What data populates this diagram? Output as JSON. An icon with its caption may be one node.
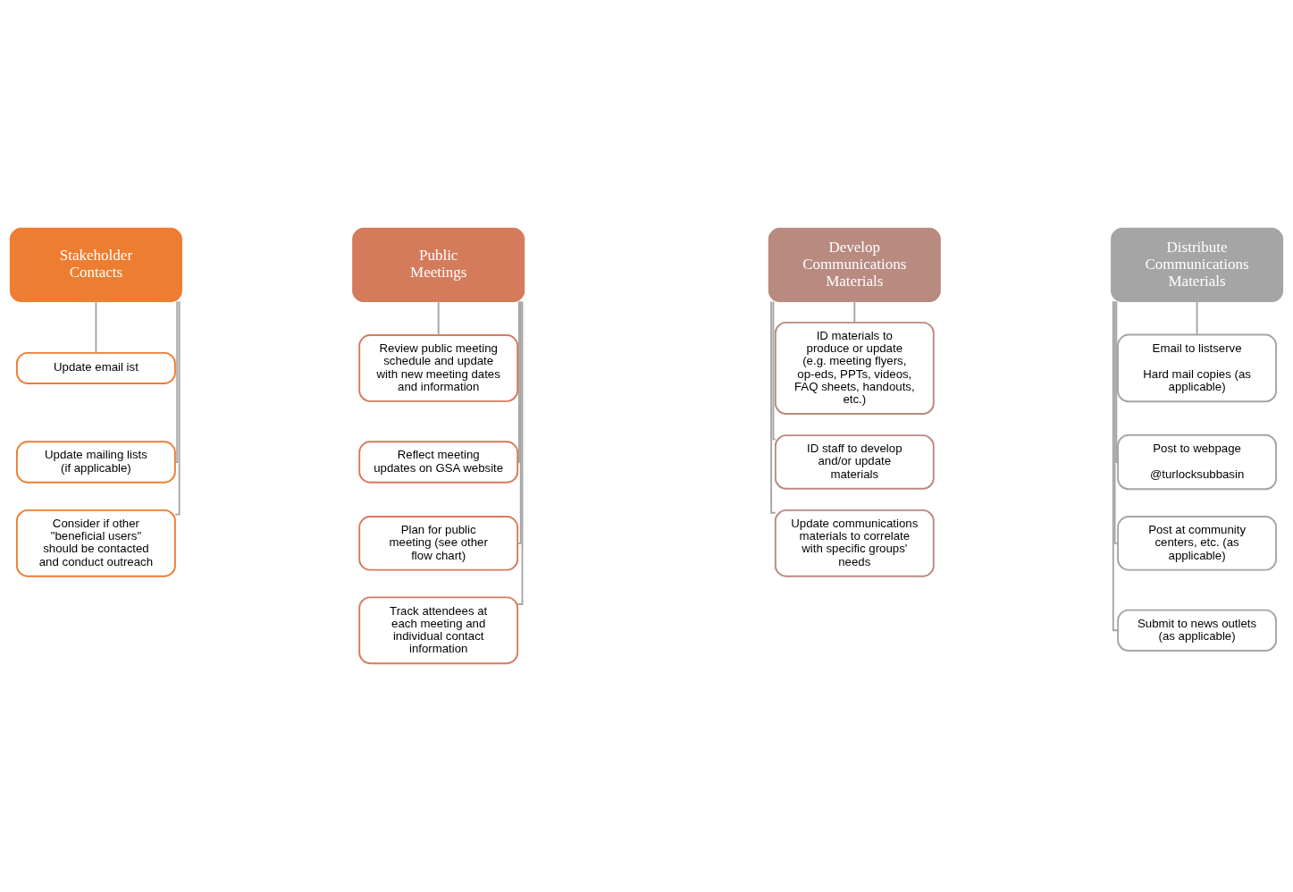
{
  "diagram": {
    "nodes": [
      {
        "text": [
          "Stakeholder Contacts"
        ]
      },
      {
        "text": [
          "Update email ist"
        ]
      },
      {
        "text": [
          "Update mailing lists (if applicable)"
        ]
      },
      {
        "text": [
          "Consider if other \"beneficial users\" should be contacted and conduct outreach"
        ]
      },
      {
        "text": [
          "Public Meetings"
        ]
      },
      {
        "text": [
          "Review public meeting schedule and update with new meeting dates and information"
        ]
      },
      {
        "text": [
          "Reflect meeting updates on GSA website"
        ]
      },
      {
        "text": [
          "Plan for public meeting (see other flow chart)"
        ]
      },
      {
        "text": [
          "Track attendees at each meeting and individual contact information"
        ]
      },
      {
        "text": [
          "Develop Communications Materials"
        ]
      },
      {
        "text": [
          "ID materials to produce or update (e.g. meeting flyers, op-eds, PPTs, videos, FAQ sheets, handouts, etc.)"
        ]
      },
      {
        "text": [
          "ID staff to develop and/or update materials"
        ]
      },
      {
        "text": [
          "Update communications materials to correlate with specific groups' needs"
        ]
      },
      {
        "text": [
          "Distribute Communications Materials"
        ]
      },
      {
        "text": [
          "Email to listserve",
          "Hard mail copies (as applicable)"
        ]
      },
      {
        "text": [
          "Post to webpage",
          "@turlocksubbasin"
        ]
      },
      {
        "text": [
          "Post at community centers, etc. (as applicable)"
        ]
      },
      {
        "text": [
          "Submit to news outlets (as applicable)"
        ]
      }
    ],
    "edges": [
      {
        "from": 0,
        "to": 1,
        "arrow": "none"
      },
      {
        "from": 0,
        "to": 2,
        "arrow": "none"
      },
      {
        "from": 0,
        "to": 3,
        "arrow": "none"
      },
      {
        "from": 4,
        "to": 5,
        "arrow": "none"
      },
      {
        "from": 4,
        "to": 6,
        "arrow": "none"
      },
      {
        "from": 4,
        "to": 7,
        "arrow": "none"
      },
      {
        "from": 4,
        "to": 8,
        "arrow": "none"
      },
      {
        "from": 9,
        "to": 10,
        "arrow": "none"
      },
      {
        "from": 9,
        "to": 11,
        "arrow": "none"
      },
      {
        "from": 9,
        "to": 12,
        "arrow": "none"
      },
      {
        "from": 13,
        "to": 14,
        "arrow": "none"
      },
      {
        "from": 13,
        "to": 15,
        "arrow": "none"
      },
      {
        "from": 13,
        "to": 16,
        "arrow": "none"
      },
      {
        "from": 13,
        "to": 17,
        "arrow": "none"
      }
    ]
  }
}
